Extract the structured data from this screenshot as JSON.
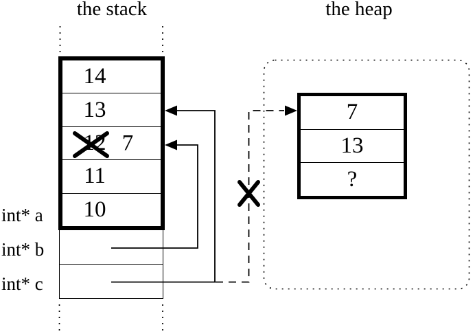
{
  "colors": {
    "ink": "#000000",
    "background": "#ffffff"
  },
  "stack_panel": {
    "title": "the stack",
    "cells": [
      {
        "value": "14"
      },
      {
        "value": "13"
      },
      {
        "value": "12",
        "crossed_out": true,
        "new_value": "7"
      },
      {
        "value": "11"
      },
      {
        "value": "10"
      }
    ],
    "variables": [
      {
        "name": "int* a"
      },
      {
        "name": "int* b"
      },
      {
        "name": "int* c"
      }
    ]
  },
  "heap_panel": {
    "title": "the heap",
    "cells": [
      {
        "value": "7"
      },
      {
        "value": "13"
      },
      {
        "value": "?"
      }
    ]
  },
  "relations": {
    "pointer_b": "solid arrow from int* b cell into stack cell holding 7 (old value 12 crossed out)",
    "pointer_c": "solid arrow from int* c cell into stack cell holding 13",
    "dangling": "dashed arrow continuing from int* c cell to heap block, crossed out with an X"
  }
}
